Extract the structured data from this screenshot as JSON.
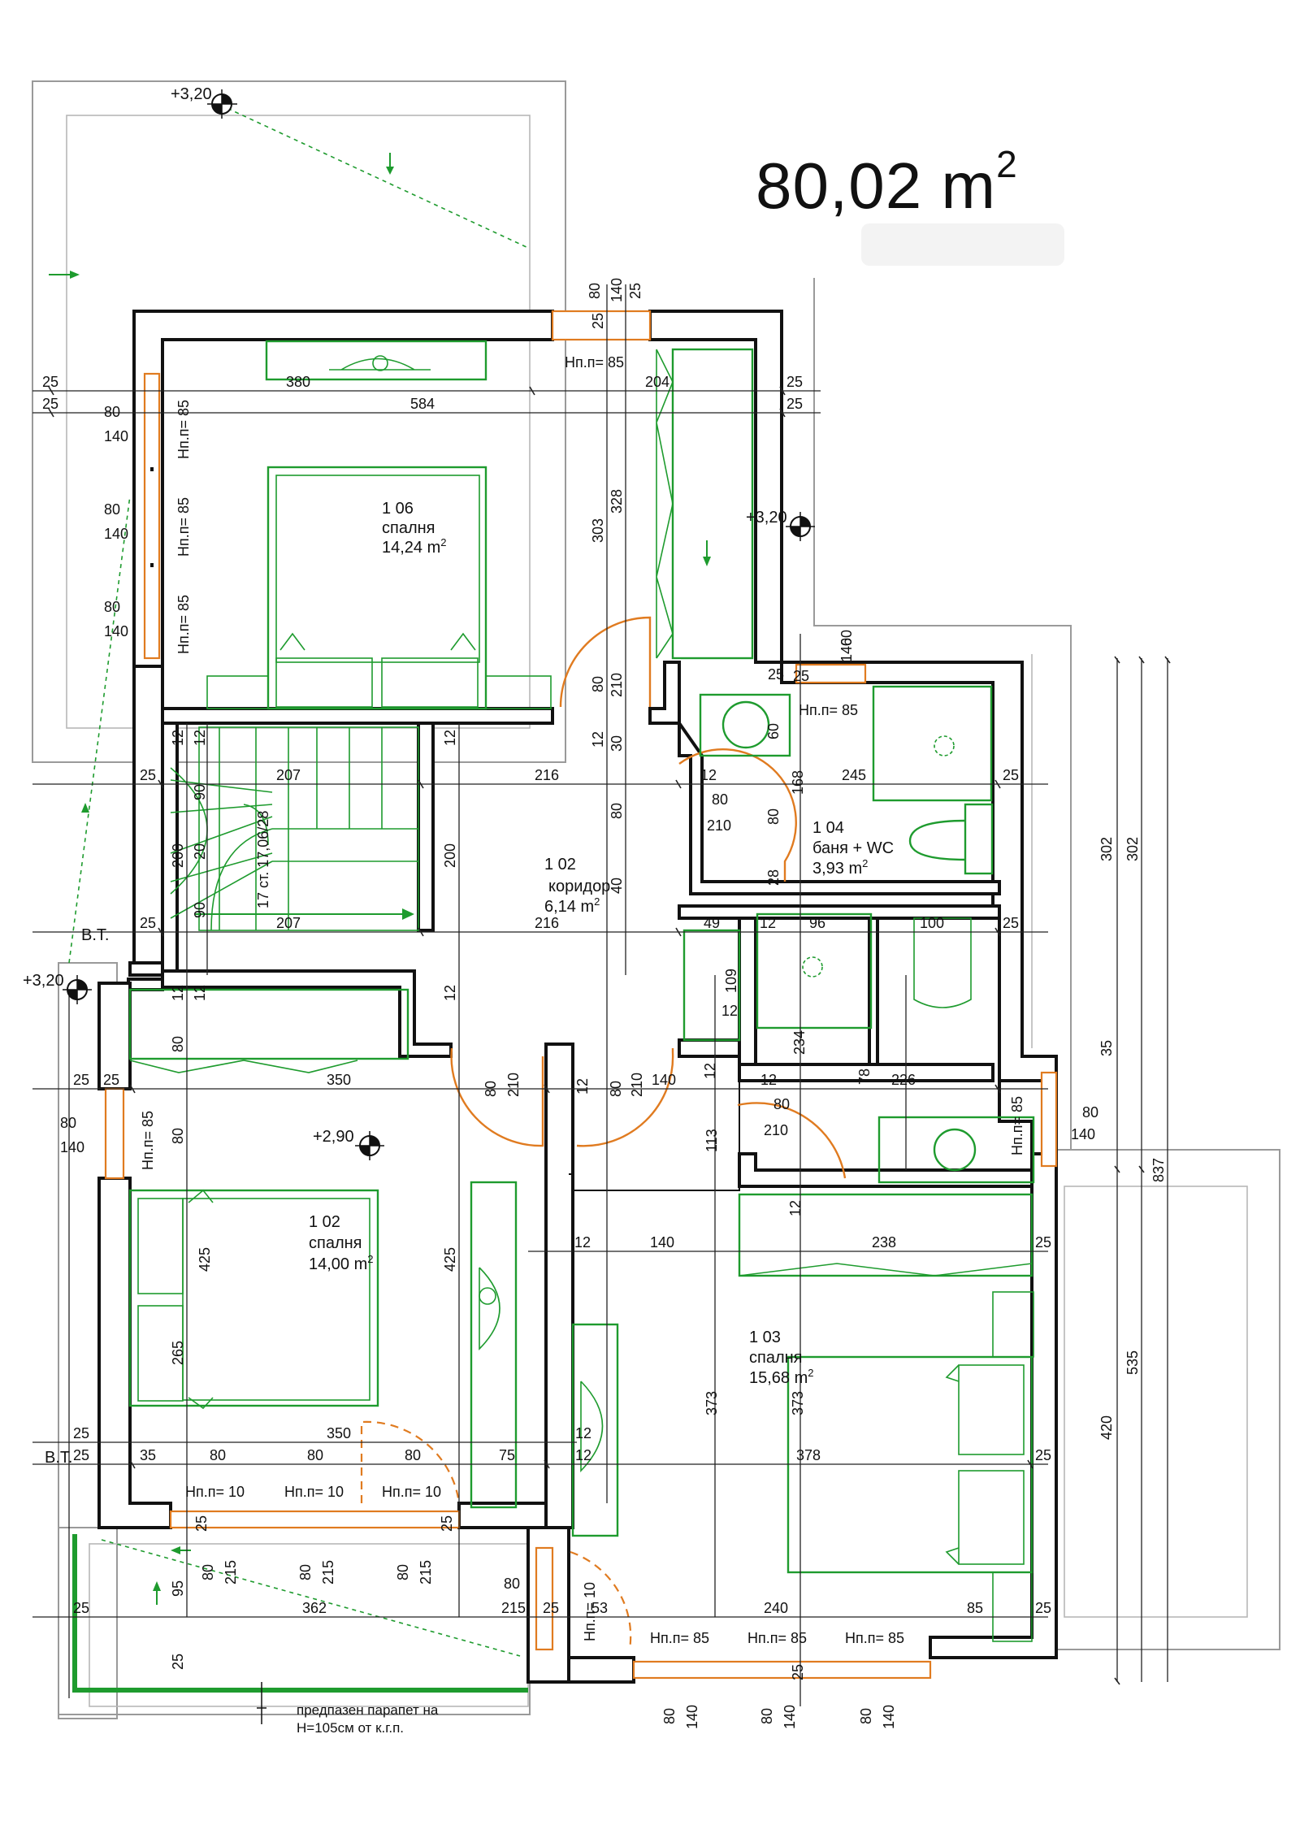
{
  "header": {
    "total_area": "80,02 m",
    "total_area_sup": "2"
  },
  "rooms": [
    {
      "id": "1 06",
      "name": "спалня",
      "area": "14,24 m",
      "sup": "2"
    },
    {
      "id": "1 02",
      "name": "коридор",
      "area": "6,14 m",
      "sup": "2"
    },
    {
      "id": "1 04",
      "name": "баня + WC",
      "area": "3,93 m",
      "sup": "2"
    },
    {
      "id": "1 02",
      "name": "спалня",
      "area": "14,00 m",
      "sup": "2"
    },
    {
      "id": "1 03",
      "name": "спалня",
      "area": "15,68 m",
      "sup": "2"
    }
  ],
  "levels": {
    "top_left": "+3,20",
    "right": "+3,20",
    "left": "+3,20",
    "inner": "+2,90"
  },
  "bt_labels": [
    "В.Т.",
    "В.Т."
  ],
  "stairs_label": "17 ст. 17,06/28",
  "sill_labels": {
    "hpp85": "Нп.п= 85",
    "hpp10": "Нп.п= 10"
  },
  "note": {
    "line1": "предпазен парапет на",
    "line2": "H=105см от к.г.п."
  },
  "dimensions": {
    "top_row1": [
      "25",
      "380",
      "204",
      "25"
    ],
    "top_row2": [
      "25",
      "584",
      "25"
    ],
    "left_windows": [
      "80",
      "140",
      "80",
      "140",
      "80",
      "140"
    ],
    "bedroom106": [
      "303",
      "328",
      "80",
      "210",
      "12",
      "30",
      "80",
      "40",
      "28",
      "80",
      "210"
    ],
    "corridor_row1": [
      "25",
      "207",
      "216",
      "12",
      "245",
      "25"
    ],
    "corridor_row2": [
      "25",
      "207",
      "216",
      "49",
      "12",
      "96",
      "100",
      "25"
    ],
    "stairs_vert": [
      "12",
      "12",
      "90",
      "200",
      "20",
      "90",
      "12",
      "200",
      "12",
      "12",
      "80"
    ],
    "bath": [
      "60",
      "140",
      "25",
      "25",
      "60",
      "168",
      "80",
      "109",
      "12",
      "234",
      "12",
      "78"
    ],
    "middle_row": [
      "25",
      "25",
      "350",
      "80",
      "210",
      "12",
      "80",
      "210",
      "140",
      "12",
      "226",
      "80",
      "140"
    ],
    "bedroom102": [
      "80",
      "140",
      "80",
      "425",
      "425",
      "265",
      "113",
      "80",
      "210",
      "12"
    ],
    "bedroom103": [
      "12",
      "140",
      "238",
      "25",
      "373",
      "373"
    ],
    "lower_row1": [
      "25",
      "350",
      "12"
    ],
    "lower_row2": [
      "25",
      "35",
      "80",
      "80",
      "80",
      "75",
      "12",
      "378",
      "25"
    ],
    "bottom_windows": [
      "25",
      "80",
      "215",
      "80",
      "215",
      "80",
      "215",
      "25"
    ],
    "bottom_row": [
      "95",
      "25",
      "362",
      "80",
      "215",
      "25",
      "53",
      "240",
      "85",
      "25",
      "25"
    ],
    "bottom_win2": [
      "80",
      "140",
      "80",
      "140",
      "80",
      "140",
      "25"
    ],
    "right_col": [
      "302",
      "302",
      "35",
      "837",
      "535",
      "420"
    ]
  }
}
